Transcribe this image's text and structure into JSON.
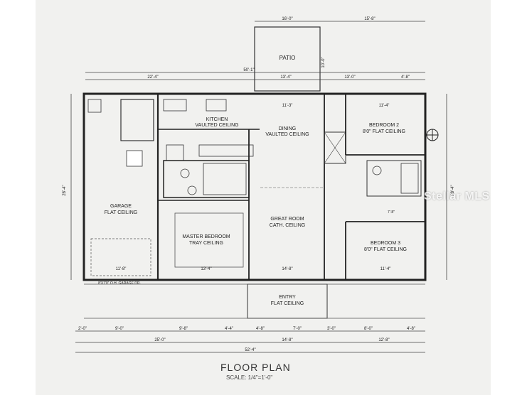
{
  "watermark": "Stellar MLS",
  "title": "FLOOR PLAN",
  "scale": "SCALE: 1/4\"=1'-0\"",
  "rooms": {
    "patio": "PATIO",
    "kitchen": [
      "KITCHEN",
      "VAULTED CEILING"
    ],
    "dining": [
      "DINING",
      "VAULTED CEILING"
    ],
    "bedroom2": [
      "BEDROOM 2",
      "8'0\" FLAT CEILING"
    ],
    "garage": [
      "GARAGE",
      "FLAT CEILING"
    ],
    "master": [
      "MASTER BEDROOM",
      "TRAY CEILING"
    ],
    "great_room": [
      "GREAT ROOM",
      "CATH. CEILING"
    ],
    "bedroom3": [
      "BEDROOM 3",
      "8'0\" FLAT CEILING"
    ],
    "entry": [
      "ENTRY",
      "FLAT CEILING"
    ]
  },
  "dims_top": {
    "patio_left": "16'-0\"",
    "patio_right": "15'-8\"",
    "patio_depth": "10'-0\"",
    "overall_upper": "50'-1\"",
    "left": "22'-4\"",
    "mid": "13'-4\"",
    "right_a": "13'-0\"",
    "right_b": "4'-8\""
  },
  "dims_inner": {
    "kitchen_w": "11'-3\"",
    "bed2_w": "11'-4\"",
    "bath_w": "7'-8\"",
    "garage_w": "11'-8\"",
    "master_w": "13'-4\"",
    "great_w": "14'-8\"",
    "bed3_w": "11'-4\"",
    "garage_door": "8'X7'0\" O.H. GARAGE DR."
  },
  "dims_bottom_row1": [
    "2'-0\"",
    "9'-0\"",
    "9'-8\"",
    "4'-4\"",
    "4'-8\"",
    "7'-0\"",
    "3'-0\"",
    "8'-0\"",
    "4'-8\""
  ],
  "dims_bottom_row2": [
    "25'-0\"",
    "14'-8\"",
    "12'-8\""
  ],
  "dims_bottom_total": "52'-4\"",
  "dims_left": "28'-4\"",
  "dims_right": "28'-4\""
}
